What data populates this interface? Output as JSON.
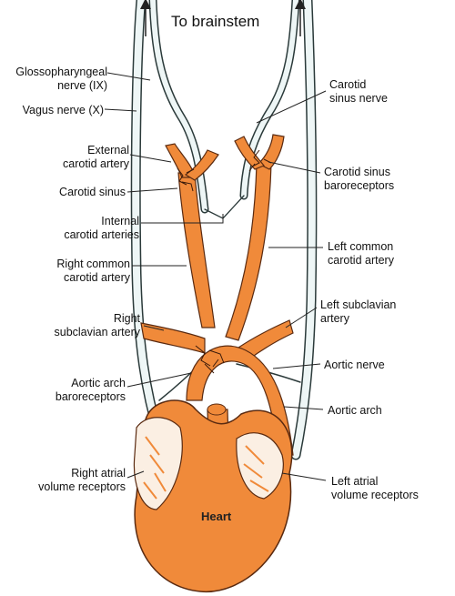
{
  "colors": {
    "artery": "#F08A3A",
    "artery_outline": "#5a2a10",
    "nerve_fill": "#EEF6F6",
    "nerve_outline": "#2b3a3a",
    "line": "#222222"
  },
  "title": "To brainstem",
  "labels": {
    "glossopharyngeal": [
      "Glossopharyngeal",
      "nerve (IX)"
    ],
    "vagus": [
      "Vagus nerve (X)"
    ],
    "external_carotid": [
      "External",
      "carotid artery"
    ],
    "carotid_sinus": [
      "Carotid sinus"
    ],
    "internal_carotid": [
      "Internal",
      "carotid arteries"
    ],
    "right_common_carotid": [
      "Right common",
      "carotid artery"
    ],
    "right_subclavian": [
      "Right",
      "subclavian artery"
    ],
    "aortic_arch_baro": [
      "Aortic arch",
      "baroreceptors"
    ],
    "right_atrial": [
      "Right atrial",
      "volume receptors"
    ],
    "carotid_sinus_nerve": [
      "Carotid",
      "sinus nerve"
    ],
    "carotid_sinus_baro": [
      "Carotid sinus",
      "baroreceptors"
    ],
    "left_common_carotid": [
      "Left common",
      "carotid artery"
    ],
    "left_subclavian": [
      "Left subclavian",
      "artery"
    ],
    "aortic_nerve": [
      "Aortic nerve"
    ],
    "aortic_arch": [
      "Aortic arch"
    ],
    "left_atrial": [
      "Left atrial",
      "volume receptors"
    ],
    "heart": "Heart"
  }
}
